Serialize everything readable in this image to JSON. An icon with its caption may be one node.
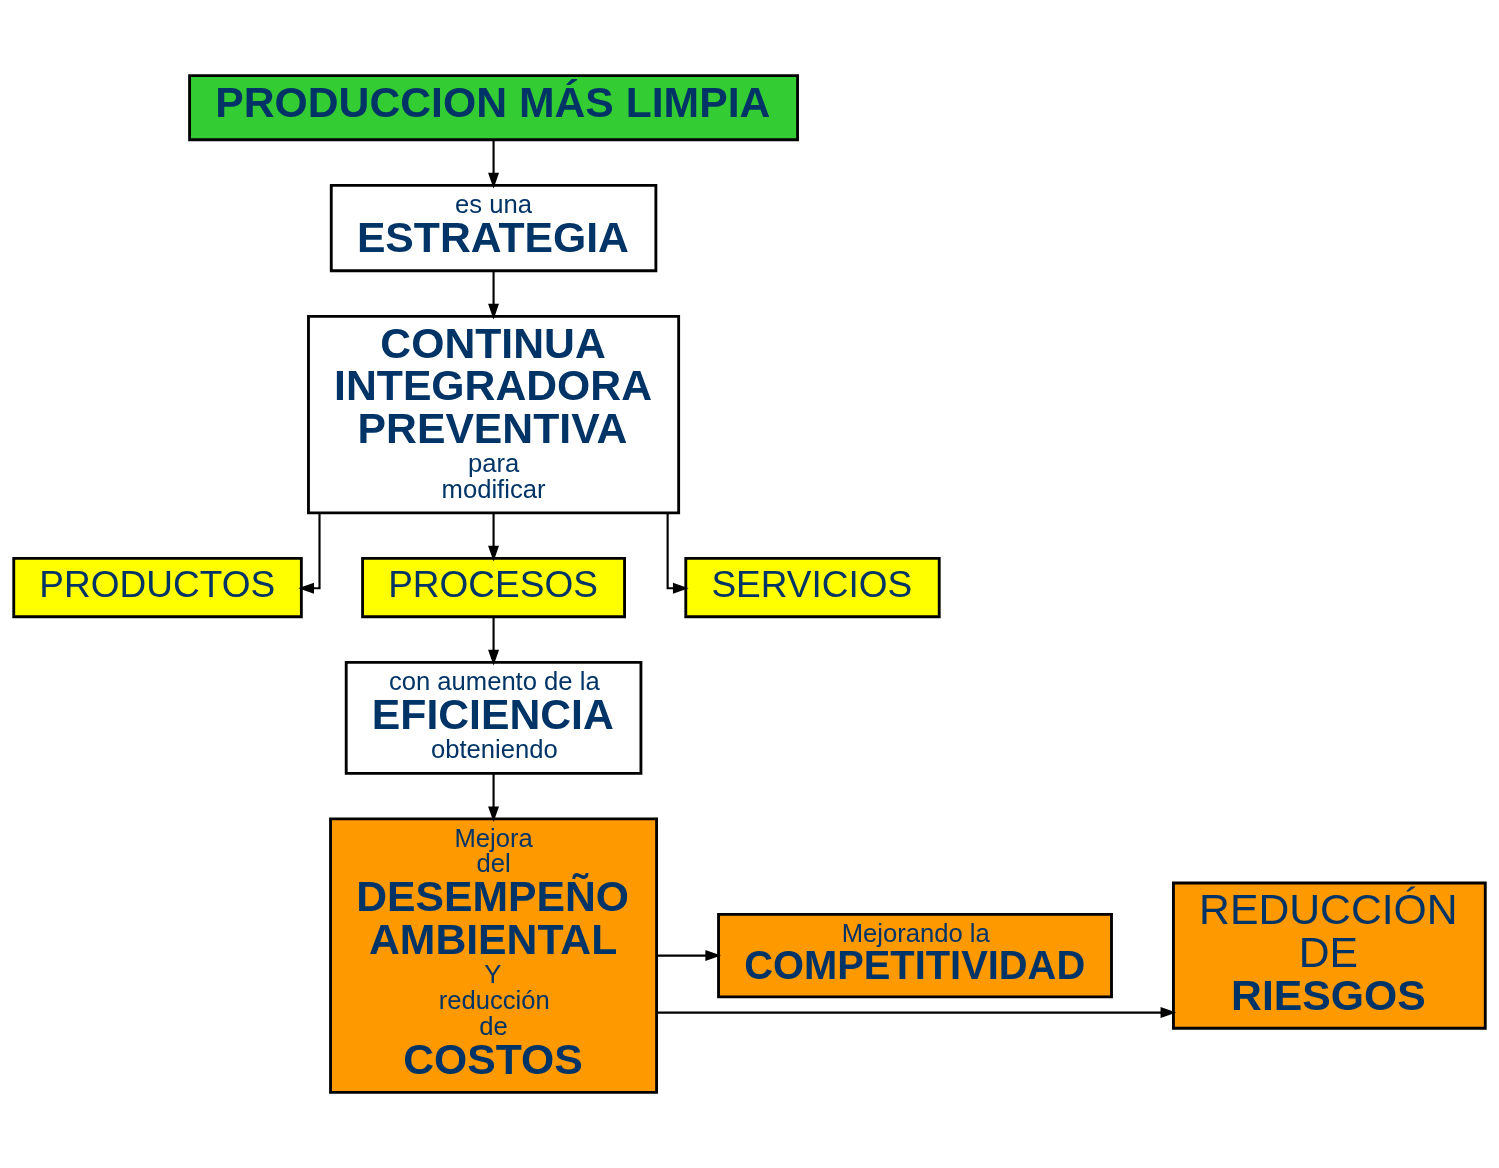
{
  "diagram": {
    "nodes": [
      {
        "text": [
          "PRODUCCION MÁS LIMPIA"
        ]
      },
      {
        "text": [
          "es una",
          "ESTRATEGIA"
        ]
      },
      {
        "text": [
          "CONTINUA INTEGRADORA PREVENTIVA",
          "para modificar"
        ]
      },
      {
        "text": [
          "PRODUCTOS"
        ]
      },
      {
        "text": [
          "PROCESOS"
        ]
      },
      {
        "text": [
          "SERVICIOS"
        ]
      },
      {
        "text": [
          "con aumento de la",
          "EFICIENCIA",
          "obteniendo"
        ]
      },
      {
        "text": [
          "Mejora del",
          "DESEMPEÑO AMBIENTAL",
          "Y reducción de",
          "COSTOS"
        ]
      },
      {
        "text": [
          "REDUCCIÓN DE **RIESGOS**"
        ]
      },
      {
        "text": [
          "Mejorando la",
          "COMPETITIVIDAD"
        ]
      }
    ],
    "edges": [
      {
        "from": 0,
        "to": 1,
        "arrow": "to"
      },
      {
        "from": 1,
        "to": 2,
        "arrow": "to"
      },
      {
        "from": 2,
        "to": 3,
        "arrow": "to"
      },
      {
        "from": 2,
        "to": 4,
        "arrow": "to"
      },
      {
        "from": 2,
        "to": 5,
        "arrow": "to"
      },
      {
        "from": 4,
        "to": 6,
        "arrow": "to"
      },
      {
        "from": 6,
        "to": 7,
        "arrow": "to"
      },
      {
        "from": 7,
        "to": 8,
        "arrow": "to"
      },
      {
        "from": 7,
        "to": 9,
        "arrow": "to"
      }
    ]
  }
}
